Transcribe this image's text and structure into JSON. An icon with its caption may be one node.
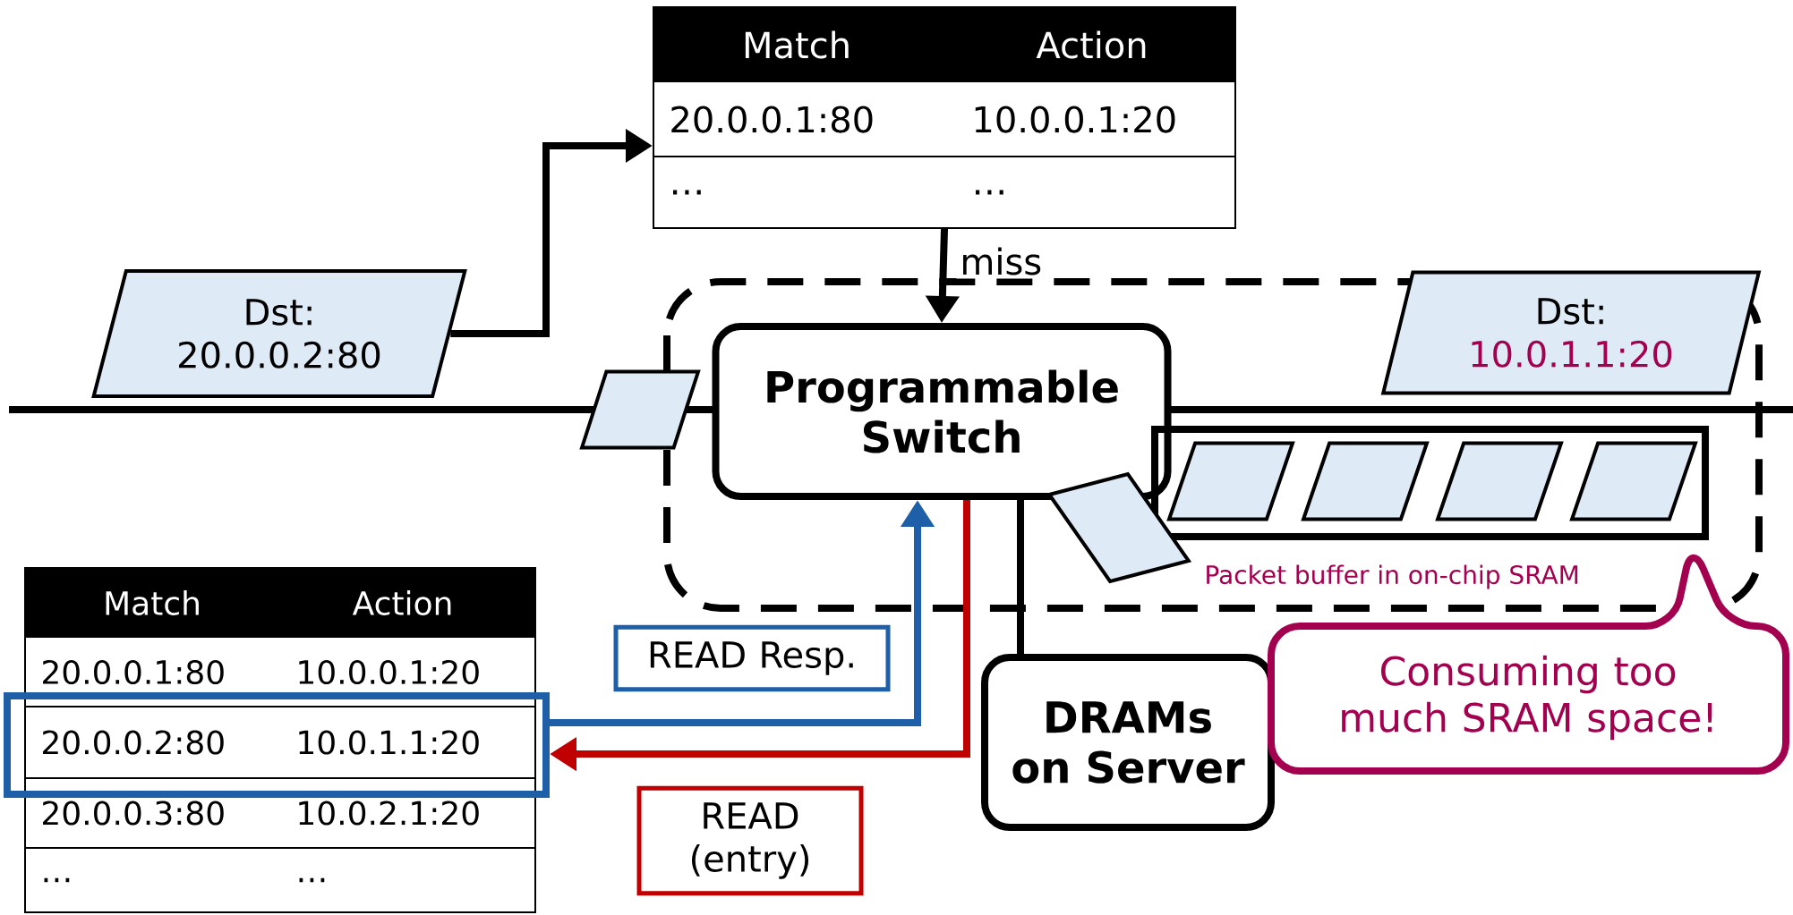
{
  "diagram": {
    "nodes": [
      {
        "text": [
          "Match",
          "Action",
          "20.0.0.1:80",
          "10.0.0.1:20",
          "…",
          "…"
        ]
      },
      {
        "text": [
          "Dst: 20.0.0.2:80"
        ]
      },
      {
        "text": [
          "Programmable Switch"
        ]
      },
      {
        "text": [],
        "shape": "parallelogram"
      },
      {
        "text": [
          "Dst:",
          "10.0.1.1:20"
        ]
      },
      {
        "text": [
          "Packet buffer in on-chip SRAM"
        ]
      },
      {
        "text": [],
        "shape": "parallelogram"
      },
      {
        "text": [],
        "shape": "parallelogram",
        "in": 5
      },
      {
        "text": [],
        "shape": "parallelogram",
        "in": 5
      },
      {
        "text": [],
        "shape": "parallelogram",
        "in": 5
      },
      {
        "text": [],
        "shape": "parallelogram",
        "in": 5
      },
      {
        "text": [
          "DRAMs on Server"
        ]
      },
      {
        "text": [
          "Match",
          "Action",
          "20.0.0.1:80",
          "10.0.0.1:20",
          "20.0.0.3:80",
          "10.0.2.1:20",
          "…",
          "…"
        ]
      },
      {
        "text": [
          "20.0.0.2:80",
          "10.0.1.1:20"
        ],
        "in": 12
      },
      {
        "text": [
          "Consuming too much SRAM space!"
        ]
      }
    ],
    "edges": [
      {
        "from": 1,
        "to": 0,
        "arrow": "to"
      },
      {
        "from": 0,
        "to": 2,
        "arrow": "to",
        "label": "miss"
      },
      {
        "from": 2,
        "to": 11,
        "arrow": "none"
      },
      {
        "from": 13,
        "to": 2,
        "arrow": "to",
        "label": "READ Resp.",
        "color": "#1f5fa8"
      },
      {
        "from": 2,
        "to": 13,
        "arrow": "to",
        "label": "READ (entry)",
        "color": "#c00000"
      }
    ]
  }
}
